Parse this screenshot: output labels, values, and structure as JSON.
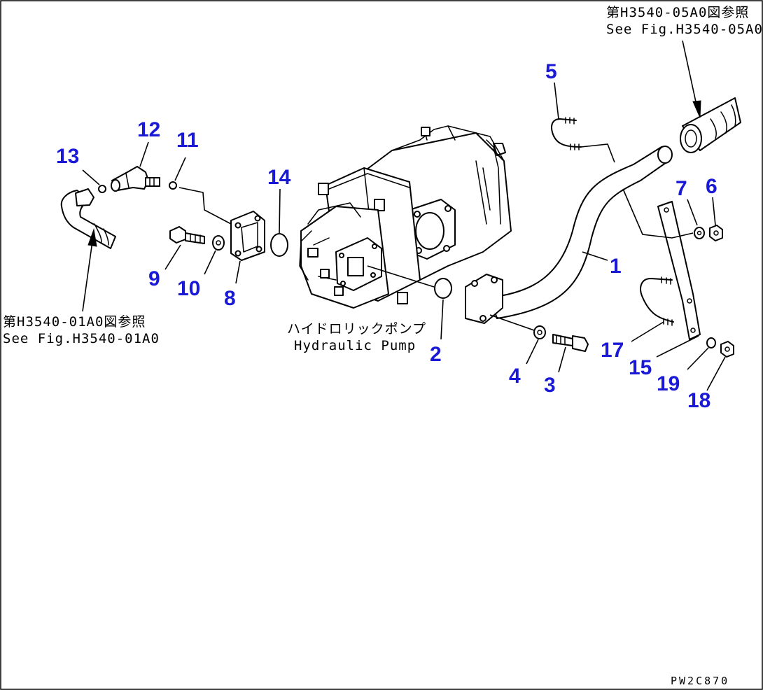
{
  "diagram": {
    "callout_color": "#1a1ad6",
    "callouts": [
      {
        "id": "c1",
        "label": "1"
      },
      {
        "id": "c2",
        "label": "2"
      },
      {
        "id": "c3",
        "label": "3"
      },
      {
        "id": "c4",
        "label": "4"
      },
      {
        "id": "c5",
        "label": "5"
      },
      {
        "id": "c6",
        "label": "6"
      },
      {
        "id": "c7",
        "label": "7"
      },
      {
        "id": "c8",
        "label": "8"
      },
      {
        "id": "c9",
        "label": "9"
      },
      {
        "id": "c10",
        "label": "10"
      },
      {
        "id": "c11",
        "label": "11"
      },
      {
        "id": "c12",
        "label": "12"
      },
      {
        "id": "c13",
        "label": "13"
      },
      {
        "id": "c14",
        "label": "14"
      },
      {
        "id": "c15",
        "label": "15"
      },
      {
        "id": "c17",
        "label": "17"
      },
      {
        "id": "c18",
        "label": "18"
      },
      {
        "id": "c19",
        "label": "19"
      }
    ],
    "notes": {
      "ref_top_jp": "第H3540-05A0図参照",
      "ref_top_en": "See Fig.H3540-05A0",
      "ref_left_jp": "第H3540-01A0図参照",
      "ref_left_en": "See Fig.H3540-01A0",
      "pump_jp": "ハイドロリックポンプ",
      "pump_en": "Hydraulic Pump"
    },
    "drawing_code": "PW2C870"
  }
}
